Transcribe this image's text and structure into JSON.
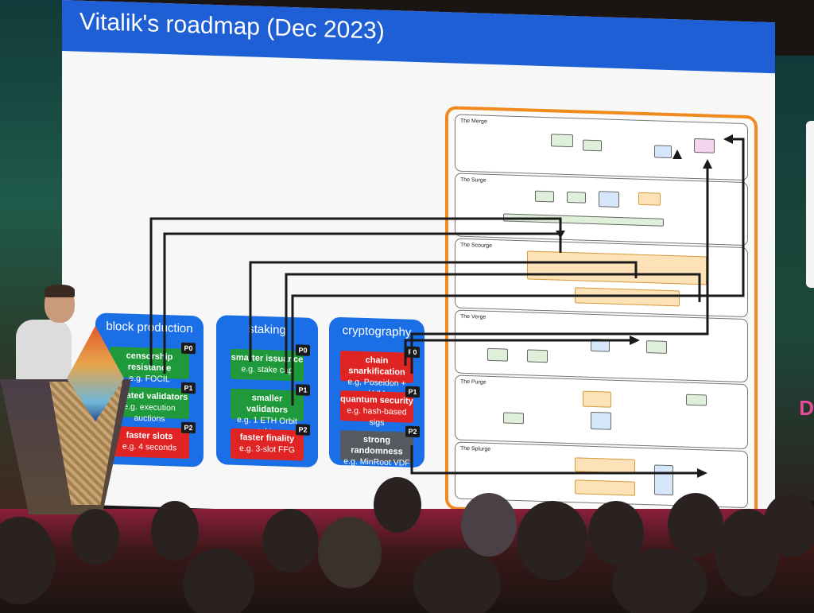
{
  "slide": {
    "title": "Vitalik's roadmap (Dec 2023)",
    "accent": "#1f5fd6",
    "cards": [
      {
        "name": "block production",
        "items": [
          {
            "title": "censorship resistance",
            "sub": "e.g. FOCIL",
            "priority": "P0",
            "color": "#1f9a3a"
          },
          {
            "title": "isolated validators",
            "sub": "e.g. execution auctions",
            "priority": "P1",
            "color": "#1f9a3a"
          },
          {
            "title": "faster slots",
            "sub": "e.g. 4 seconds",
            "priority": "P2",
            "color": "#e02424"
          }
        ]
      },
      {
        "name": "staking",
        "items": [
          {
            "title": "smarter issuance",
            "sub": "e.g. stake cap",
            "priority": "P0",
            "color": "#1f9a3a"
          },
          {
            "title": "smaller validators",
            "sub": "e.g. 1 ETH Orbit staking",
            "priority": "P1",
            "color": "#1f9a3a"
          },
          {
            "title": "faster finality",
            "sub": "e.g. 3-slot FFG",
            "priority": "P2",
            "color": "#e02424"
          }
        ]
      },
      {
        "name": "cryptography",
        "items": [
          {
            "title": "chain snarkification",
            "sub": "e.g. Poseidon + zkVMs",
            "priority": "P0",
            "color": "#e02424"
          },
          {
            "title": "quantum security",
            "sub": "e.g. hash-based sigs",
            "priority": "P1",
            "color": "#e02424"
          },
          {
            "title": "strong randomness",
            "sub": "e.g. MinRoot VDF",
            "priority": "P2",
            "color": "#555a60"
          }
        ]
      }
    ],
    "roadmap_sections": [
      "The Merge",
      "The Surge",
      "The Scourge",
      "The Verge",
      "The Purge",
      "The Splurge"
    ]
  }
}
